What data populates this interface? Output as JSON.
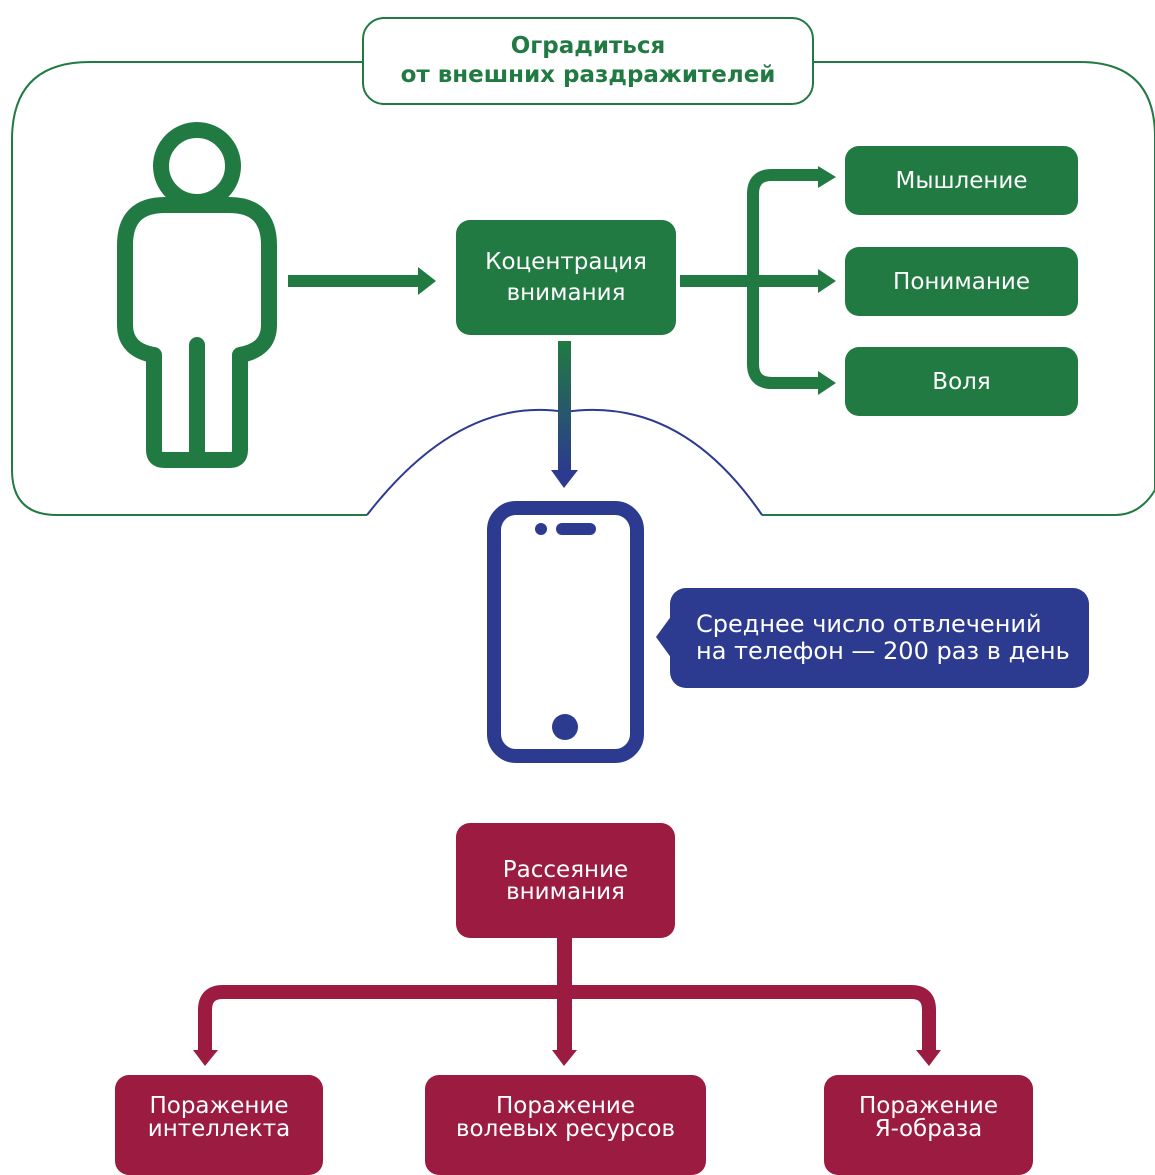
{
  "header": {
    "title": "Оградиться\nот внешних раздражителей"
  },
  "concentration": {
    "label": "Коцентрация\nвнимания"
  },
  "outcomes": [
    {
      "label": "Мышление"
    },
    {
      "label": "Понимание"
    },
    {
      "label": "Воля"
    }
  ],
  "phone_note": {
    "text": "Среднее число отвлечений\nна телефон — 200 раз в день"
  },
  "distraction": {
    "label": "Рассеяние\nвнимания"
  },
  "damages": [
    {
      "label": "Поражение\nинтеллекта"
    },
    {
      "label": "Поражение\nволевых ресурсов"
    },
    {
      "label": "Поражение\nЯ-образа"
    }
  ],
  "colors": {
    "green": "#217a42",
    "blue": "#2c3a8f",
    "maroon": "#9b1b41"
  }
}
